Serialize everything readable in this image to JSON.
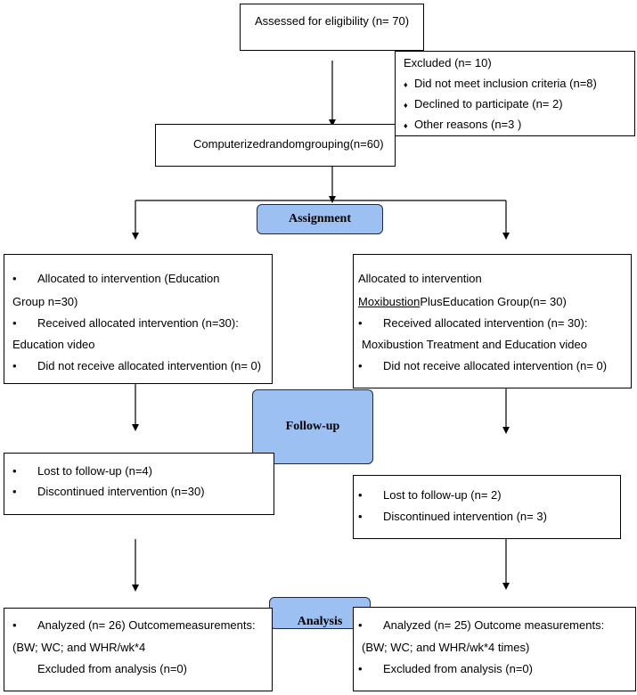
{
  "assessed": {
    "text": "Assessed for eligibility (n= 70)"
  },
  "excluded": {
    "title": "Excluded (n= 10)",
    "items": [
      "Did not meet inclusion criteria (n=8)",
      "Declined to participate (n= 2)",
      "Other reasons (n=3 )"
    ],
    "bullet": "♦"
  },
  "randomization": {
    "text": "Computerizedrandomgrouping(n=60)"
  },
  "stages": {
    "assignment": "Assignment",
    "followup": "Follow-up",
    "analysis": "Analysis"
  },
  "left": {
    "allocation": {
      "line1": "Allocated to intervention (Education",
      "line2": "Group n=30)",
      "line3": "Received allocated intervention (n=30):",
      "line4": "Education video",
      "line5": "Did not receive allocated intervention (n= 0)"
    },
    "followup": {
      "line1": "Lost to follow-up (n=4)",
      "line2": "Discontinued intervention (n=30)"
    },
    "analysis": {
      "line1": "Analyzed (n= 26) Outcomemeasurements:",
      "line2": "(BW; WC; and WHR/wk*4",
      "line3": "Excluded from analysis (n=0)"
    }
  },
  "right": {
    "allocation": {
      "line1": "Allocated to intervention",
      "line2a": "Moxibustion",
      "line2b": "PlusEducation Group(n= 30)",
      "line3": "Received allocated intervention (n= 30):",
      "line4": "Moxibustion Treatment and Education video",
      "line5": "Did not receive allocated intervention (n= 0)"
    },
    "followup": {
      "line1": "Lost to follow-up (n= 2)",
      "line2": "Discontinued intervention (n= 3)"
    },
    "analysis": {
      "line1": "Analyzed (n= 25) Outcome measurements:",
      "line2": "(BW; WC; and WHR/wk*4 times)",
      "line3": "Excluded from analysis (n=0)"
    }
  },
  "bullet": "•"
}
